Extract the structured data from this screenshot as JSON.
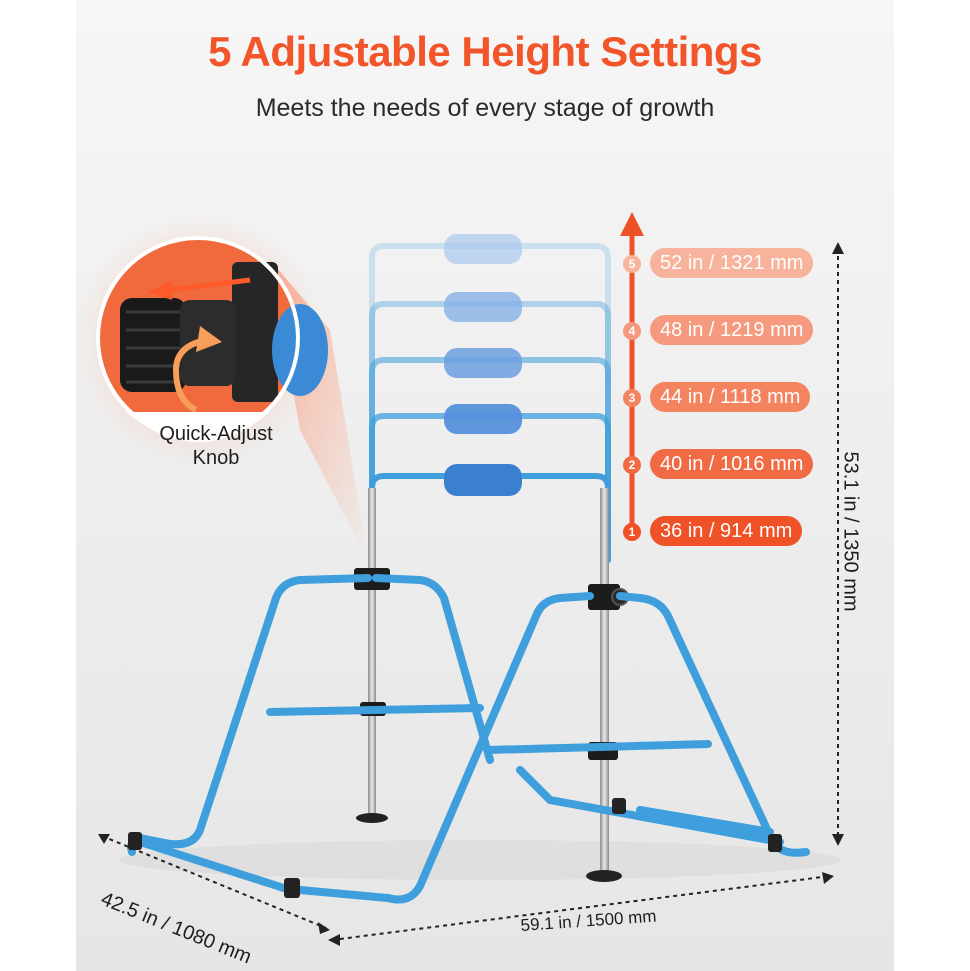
{
  "header": {
    "title": "5 Adjustable Height Settings",
    "subtitle": "Meets the needs of every stage of growth"
  },
  "knob": {
    "label_line1": "Quick-Adjust",
    "label_line2": "Knob"
  },
  "heights": [
    {
      "step": "5",
      "label": "52 in / 1321 mm",
      "color": "#f7b39c"
    },
    {
      "step": "4",
      "label": "48 in / 1219 mm",
      "color": "#f59a7e"
    },
    {
      "step": "3",
      "label": "44 in / 1118 mm",
      "color": "#f3845f"
    },
    {
      "step": "2",
      "label": "40 in / 1016 mm",
      "color": "#f06a43"
    },
    {
      "step": "1",
      "label": "36 in / 914 mm",
      "color": "#ee5226"
    }
  ],
  "dimensions": {
    "height": "53.1 in / 1350 mm",
    "depth": "42.5 in / 1080 mm",
    "width": "59.1 in / 1500 mm"
  },
  "colors": {
    "accent": "#f2552a",
    "frame": "#3f9fdc",
    "pad": "#3b7fd0"
  }
}
